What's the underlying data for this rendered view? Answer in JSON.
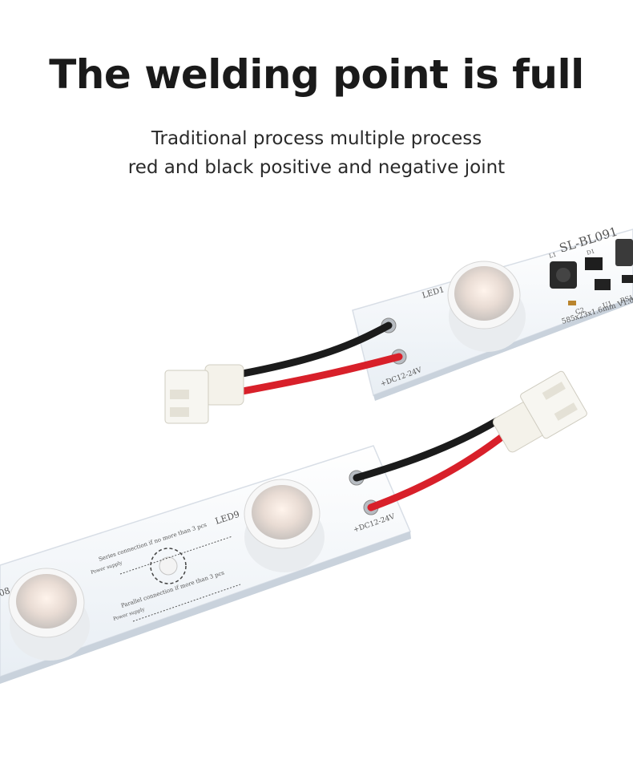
{
  "heading": "The welding point is full",
  "subheading": {
    "line1": "Traditional process multiple process",
    "line2": "red and black positive and negative joint"
  },
  "board_top": {
    "model": "SL-BL091",
    "led_label": "LED1",
    "voltage": "+DC12-24V",
    "size": "585x23x1.6mm V1.0",
    "parts": [
      "C2",
      "U1",
      "RS1",
      "L1",
      "D1"
    ]
  },
  "board_bottom": {
    "led_label": "LED9",
    "led_label_2": "08",
    "voltage": "+DC12-24V",
    "series_note": "Series connection if no more than 3 pcs",
    "parallel_note": "Parallel connection if more than 3 pcs",
    "power_label": "Power supply"
  },
  "colors": {
    "pcb": "#f6f9fc",
    "wire_red": "#d8202a",
    "wire_black": "#1b1b1b",
    "connector": "#f4f2ea"
  }
}
